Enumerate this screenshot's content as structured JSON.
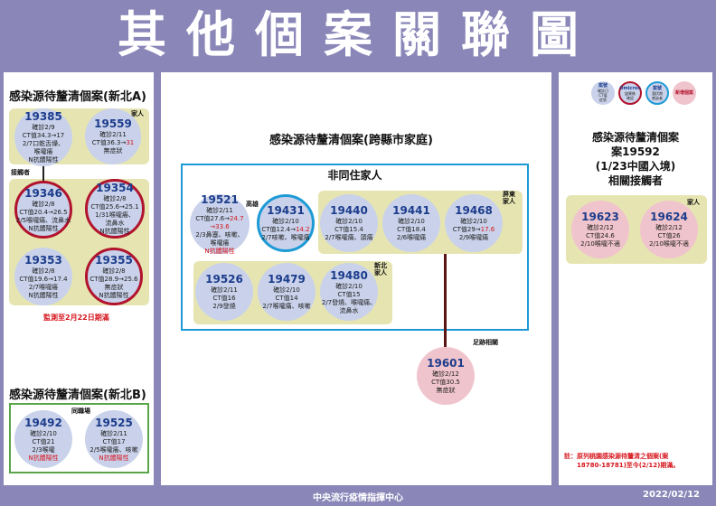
{
  "title": "其他個案關聯圖",
  "footer": {
    "center": "中央流行疫情指揮中心",
    "date": "2022/02/12"
  },
  "legend": [
    {
      "title": "案號",
      "lines": [
        "確診日",
        "CT值",
        "症狀"
      ]
    },
    {
      "title": "Omicron",
      "lines": [
        "Omicron",
        "變異株",
        "確認"
      ]
    },
    {
      "title": "案號",
      "lines": [
        "潛伏期",
        "感染者"
      ]
    },
    {
      "title": "",
      "lines": [
        "新增個案"
      ]
    }
  ],
  "left_a": {
    "title": "感染源待釐清個案(新北A)",
    "tag_family": "家人",
    "tag_contact": "接觸者",
    "note": "監測至2月22日期滿",
    "cases": [
      {
        "num": "19385",
        "l1": "確診2/9",
        "l2": "CT值34.3→17",
        "l3": "2/7口乾舌燥、",
        "l4": "喉嚨癢",
        "l5": "N抗體陽性"
      },
      {
        "num": "19559",
        "l1": "確診2/11",
        "l2a": "CT值36.3→",
        "l2b": "31",
        "l3": "無症狀"
      },
      {
        "num": "19346",
        "l1": "確診2/8",
        "l2": "CT值20.4→26.5",
        "l3": "2/5喉嚨痛、流鼻水",
        "l4": "N抗體陽性"
      },
      {
        "num": "19354",
        "l1": "確診2/8",
        "l2": "CT值25.6→25.1",
        "l3": "1/31喉嚨癢、",
        "l4": "流鼻水",
        "l5": "N抗體陽性"
      },
      {
        "num": "19353",
        "l1": "確診2/8",
        "l2": "CT值19.6→17.4",
        "l3": "2/7喉嚨癢",
        "l4": "N抗體陽性"
      },
      {
        "num": "19355",
        "l1": "確診2/8",
        "l2": "CT值28.9→25.6",
        "l3": "無症狀",
        "l4": "N抗體陽性"
      }
    ]
  },
  "left_b": {
    "title": "感染源待釐清個案(新北B)",
    "tag": "同職場",
    "cases": [
      {
        "num": "19492",
        "l1": "確診2/10",
        "l2": "CT值21",
        "l3": "2/3喉嚨",
        "l4": "N抗體陽性"
      },
      {
        "num": "19525",
        "l1": "確診2/11",
        "l2": "CT值17",
        "l3": "2/5喉嚨癢、咳嗽",
        "l4": "N抗體陽性"
      }
    ]
  },
  "middle": {
    "title": "感染源待釐清個案(跨縣市家庭)",
    "box_title": "非同住家人",
    "tag_kaohsiung": "高雄",
    "tag_pingtung": "屏東\n家人",
    "tag_newtaipei": "新北\n家人",
    "tag_footprint": "足跡相關",
    "cases": [
      {
        "num": "19521",
        "l1": "確診2/11",
        "l2a": "CT值27.6→",
        "l2b": "24.7",
        "l2c": "→33.6",
        "l3": "2/3鼻塞、咳嗽、",
        "l4": "喉嚨癢",
        "l5": "N抗體陽性"
      },
      {
        "num": "19431",
        "l1": "確診2/10",
        "l2a": "CT值12.4→",
        "l2b": "14.2",
        "l3": "2/7咳嗽、喉嚨痛"
      },
      {
        "num": "19440",
        "l1": "確診2/10",
        "l2": "CT值15.4",
        "l3": "2/7喉嚨痛、頭痛"
      },
      {
        "num": "19441",
        "l1": "確診2/10",
        "l2": "CT值18.4",
        "l3": "2/6喉嚨痛"
      },
      {
        "num": "19468",
        "l1": "確診2/10",
        "l2a": "CT值29→",
        "l2b": "17.6",
        "l3": "2/9喉嚨痛"
      },
      {
        "num": "19526",
        "l1": "確診2/11",
        "l2": "CT值16",
        "l3": "2/9發燒"
      },
      {
        "num": "19479",
        "l1": "確診2/10",
        "l2": "CT值14",
        "l3": "2/7喉嚨痛、咳嗽"
      },
      {
        "num": "19480",
        "l1": "確診2/10",
        "l2": "CT值15",
        "l3": "2/7發燒、喉嚨痛、",
        "l4": "流鼻水"
      },
      {
        "num": "19601",
        "l1": "確診2/12",
        "l2": "CT值30.5",
        "l3": "無症狀"
      }
    ]
  },
  "right": {
    "title_l1": "感染源待釐清個案",
    "title_l2": "案19592",
    "title_l3": "(1/23中國入境)",
    "title_l4": "相關接觸者",
    "tag": "家人",
    "note_l1": "註：原列桃園感染源待釐清之個案(案",
    "note_l2": "18780-18781)至今(2/12)期滿。",
    "cases": [
      {
        "num": "19623",
        "l1": "確診2/12",
        "l2": "CT值24.6",
        "l3": "2/10喉嚨不適"
      },
      {
        "num": "19624",
        "l1": "確診2/12",
        "l2": "CT值26",
        "l3": "2/10喉嚨不適"
      }
    ]
  },
  "colors": {
    "page_bg": "#8a86b8",
    "case_blue": "#c9d2ea",
    "case_pink": "#f0c4cc",
    "box_yellow": "#e6e5b2",
    "ring_red": "#b2132c",
    "ring_blue": "#1d9ad6",
    "frame_blue": "#1d9ad6",
    "frame_green": "#5aa54a",
    "text_red": "#d6151c"
  }
}
